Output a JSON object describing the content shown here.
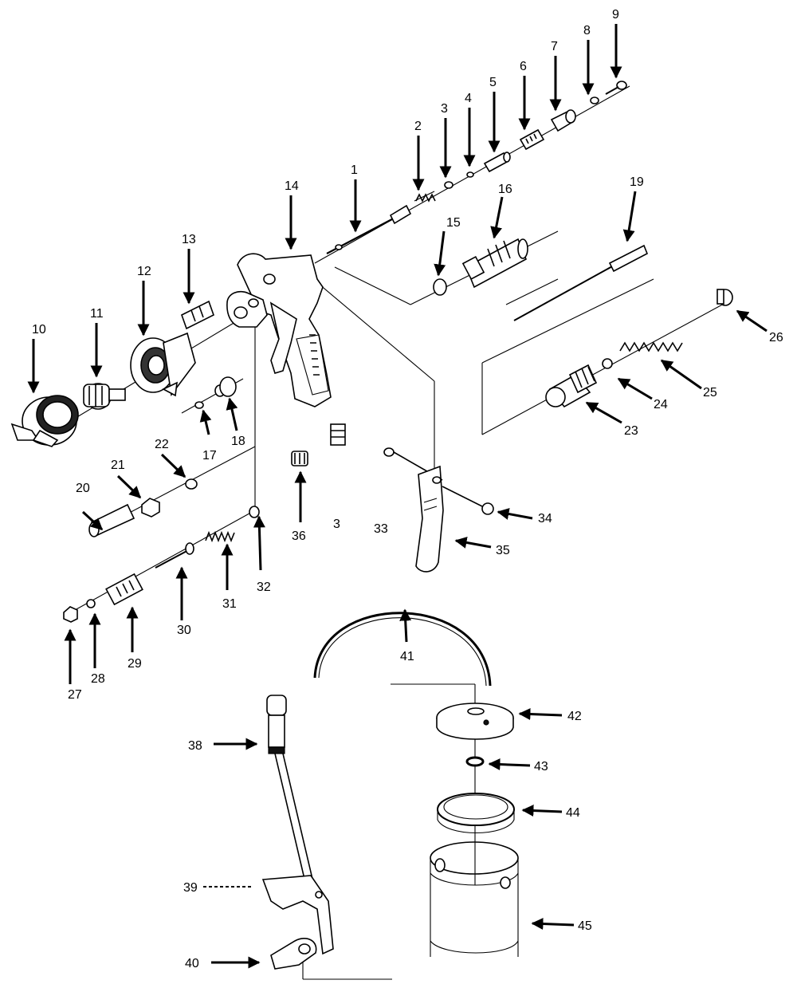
{
  "colors": {
    "ink": "#000000",
    "paper": "#ffffff"
  },
  "labels": {
    "1": "1",
    "2": "2",
    "3": "3",
    "4": "4",
    "5": "5",
    "6": "6",
    "7": "7",
    "8": "8",
    "9": "9",
    "10": "10",
    "11": "11",
    "12": "12",
    "13": "13",
    "14": "14",
    "15": "15",
    "16": "16",
    "17": "17",
    "18": "18",
    "19": "19",
    "20": "20",
    "21": "21",
    "22": "22",
    "23": "23",
    "24": "24",
    "25": "25",
    "26": "26",
    "27": "27",
    "28": "28",
    "29": "29",
    "30": "30",
    "31": "31",
    "32": "32",
    "33": "33",
    "34": "34",
    "35": "35",
    "36": "36",
    "37": "3",
    "38": "38",
    "39": "39",
    "40": "40",
    "41": "41",
    "42": "42",
    "43": "43",
    "44": "44",
    "45": "45"
  }
}
